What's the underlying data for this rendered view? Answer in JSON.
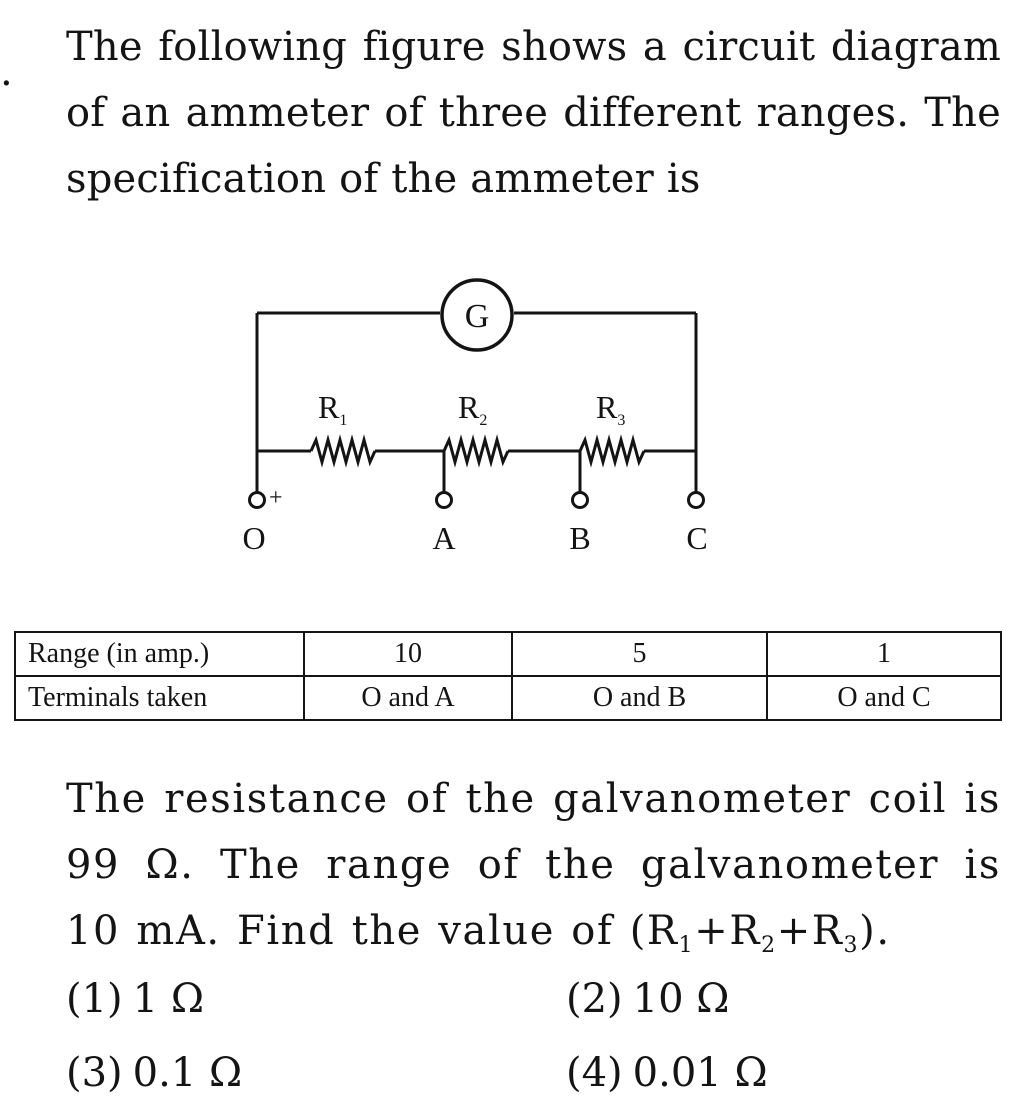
{
  "question": {
    "bullet": ".",
    "intro": "The following figure shows a circuit diagram of an ammeter of three different ranges. The specification of the ammeter is",
    "body_pre": "The resistance of the galvanometer coil is 99 Ω. The range of the galvanometer is 10 mA. Find the value of (R",
    "body_sub1": "1",
    "body_mid1": "+R",
    "body_sub2": "2",
    "body_mid2": "+R",
    "body_sub3": "3",
    "body_post": ")."
  },
  "circuit": {
    "galvanometer_label": "G",
    "resistors": [
      {
        "letter": "R",
        "sub": "1"
      },
      {
        "letter": "R",
        "sub": "2"
      },
      {
        "letter": "R",
        "sub": "3"
      }
    ],
    "terminals": [
      "O",
      "A",
      "B",
      "C"
    ],
    "polarity": "+"
  },
  "table": {
    "rows": [
      {
        "label": "Range (in amp.)",
        "cells": [
          "10",
          "5",
          "1"
        ]
      },
      {
        "label": "Terminals taken",
        "cells": [
          "O and A",
          "O and B",
          "O and C"
        ]
      }
    ]
  },
  "options": [
    {
      "number": "(1)",
      "value": "1 Ω"
    },
    {
      "number": "(2)",
      "value": "10 Ω"
    },
    {
      "number": "(3)",
      "value": "0.1 Ω"
    },
    {
      "number": "(4)",
      "value": "0.01 Ω"
    }
  ]
}
